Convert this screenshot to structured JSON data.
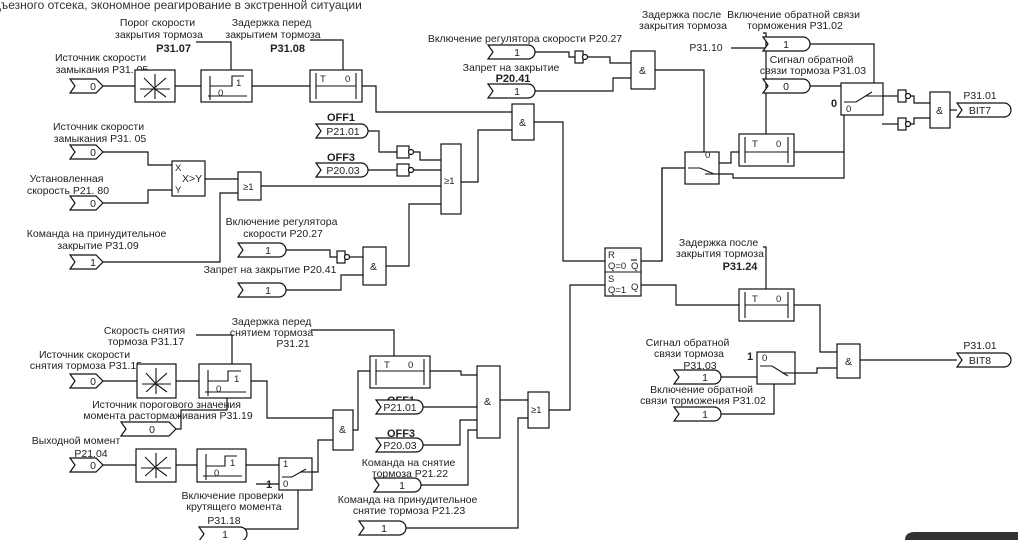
{
  "header": {
    "text": "дъезного отсека, экономное реагирование в экстренной ситуации"
  },
  "labels": {
    "close_speed_source": [
      "Источник скорости",
      "замыкания P31. 05"
    ],
    "close_speed_source_val": "0",
    "close_threshold": [
      "Порог скорости",
      "закрытия тормоза"
    ],
    "close_threshold_code": "P31.07",
    "close_delay": [
      "Задержка перед",
      "закрытием тормоза"
    ],
    "close_delay_code": "P31.08",
    "close_speed_source2": [
      "Источник скорости",
      "замыкания P31. 05"
    ],
    "close_speed_source2_val": "0",
    "set_speed": [
      "Установленная",
      "скорость P21. 80"
    ],
    "set_speed_val": "0",
    "force_close": [
      "Команда на принудительное",
      "закрытие P31.09"
    ],
    "force_close_val": "1",
    "off1_a": "OFF1",
    "off1_a_code": "P21.01",
    "off3_a": "OFF3",
    "off3_a_code": "P20.03",
    "reg_enable_mid": [
      "Включение регулятора",
      "скорости  P20.27"
    ],
    "reg_enable_mid_val": "1",
    "close_forbid_mid": "Запрет на закрытие  P20.41",
    "close_forbid_mid_val": "1",
    "reg_enable_top": "Включение регулятора скорости  P20.27",
    "reg_enable_top_val": "1",
    "close_forbid_top": "Запрет на закрытие",
    "close_forbid_top_code": "P20.41",
    "close_forbid_top_val": "1",
    "after_close_delay_top": [
      "Задержка после",
      "закрытия тормоза"
    ],
    "after_close_delay_top_code": "P31.10",
    "fb_enable_top": [
      "Включение обратной связи",
      "торможения  P31.02"
    ],
    "fb_enable_top_val": "1",
    "fb_signal_top": [
      "Сигнал обратной",
      "связи тормоза  P31.03"
    ],
    "fb_signal_top_val": "0",
    "switch_top_zero": "0",
    "bit7_code": "P31.01",
    "bit7_label": "BIT7",
    "after_close_delay_mid": [
      "Задержка после",
      "закрытия тормоза"
    ],
    "after_close_delay_mid_code": "P31.24",
    "release_speed": [
      "Скорость снятия",
      "тормоза P31.17"
    ],
    "release_delay": [
      "Задержка перед",
      "снятием тормоза",
      "P31.21"
    ],
    "release_speed_source": [
      "Источник скорости",
      "снятия тормоза P31.15"
    ],
    "release_speed_source_val": "0",
    "torque_threshold_source": [
      "Источник порогового значения",
      "момента растормаживания   P31.19"
    ],
    "torque_threshold_source_val": "0",
    "output_torque": "Выходной момент",
    "output_torque_code": "P21.04",
    "output_torque_val": "0",
    "torque_check": [
      "Включение проверки",
      "крутящего момента"
    ],
    "torque_check_code": "P31.18",
    "torque_check_val": "1",
    "switch_bottom_one": "1",
    "off1_b": "OFF1",
    "off1_b_code": "P21.01",
    "off3_b": "OFF3",
    "off3_b_code": "P20.03",
    "release_cmd": [
      "Команда на снятие",
      "тормоза P21.22"
    ],
    "release_cmd_val": "1",
    "force_release": [
      "Команда на принудительное",
      "снятие тормоза P21.23"
    ],
    "force_release_val": "1",
    "fb_signal_bot": [
      "Сигнал обратной",
      "связи тормоза"
    ],
    "fb_signal_bot_code": "P31.03",
    "fb_signal_bot_val": "1",
    "fb_enable_bot": [
      "Включение обратной",
      "связи торможения  P31.02"
    ],
    "fb_enable_bot_val": "1",
    "switch_mid_one": "1",
    "bit8_code": "P31.01",
    "bit8_label": "BIT8"
  },
  "blocks": {
    "and": "&",
    "or": "≥1",
    "compare": "X>Y",
    "compare_x": "X",
    "compare_y": "Y",
    "timer_t": "T",
    "timer_zero": "0",
    "hyst_zero": "0",
    "hyst_one": "1",
    "sw_zero": "0",
    "sw_one": "1",
    "rs_r": "R",
    "rs_q0": "Q=0",
    "rs_qbar": "Q",
    "rs_s": "S",
    "rs_q1": "Q=1",
    "rs_q": "Q"
  }
}
